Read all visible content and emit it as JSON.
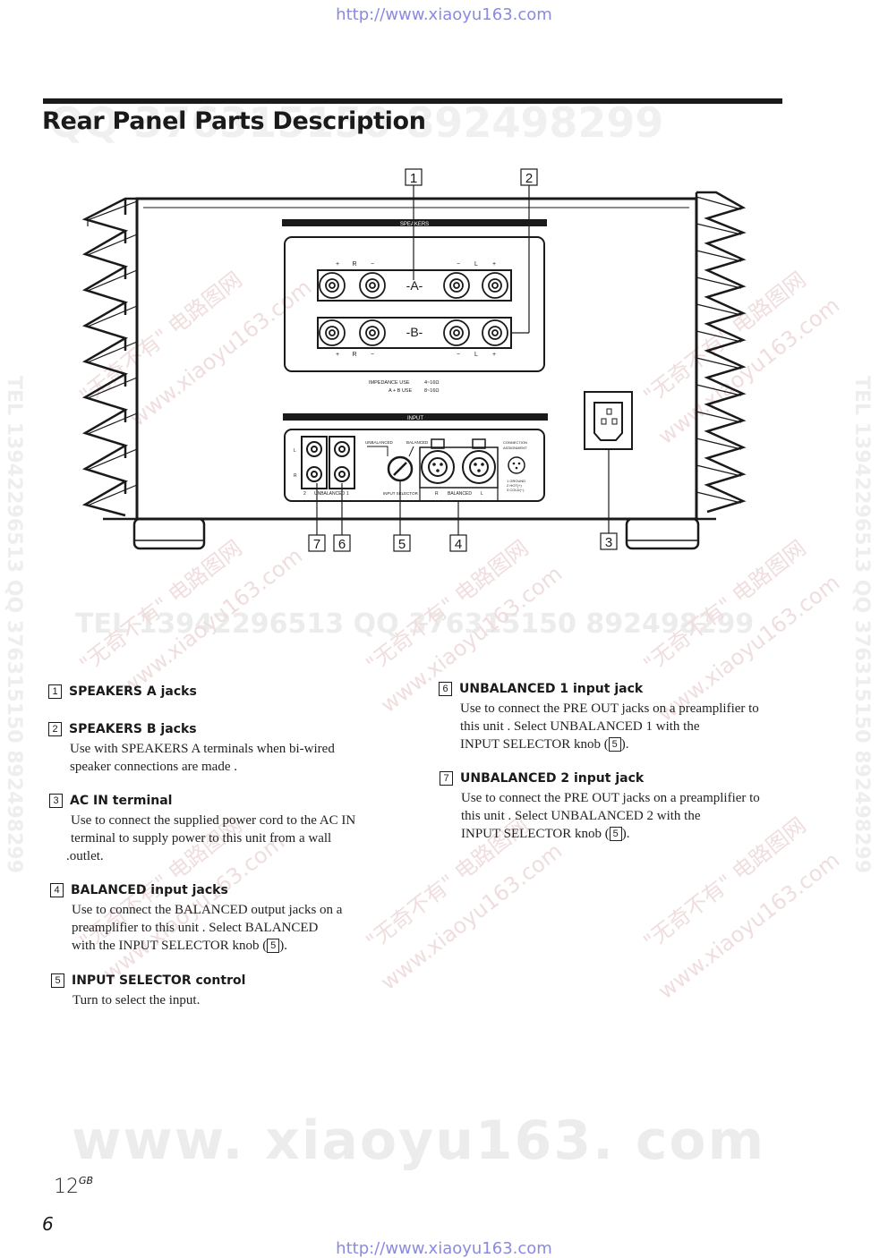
{
  "header_url": "http://www.xiaoyu163.com",
  "footer_url": "http://www.xiaoyu163.com",
  "title": "Rear Panel Parts Description",
  "background_watermarks": {
    "big_site": "www. xiaoyu163. com",
    "tel_row": "TEL 13942296513   QQ 376315150  892498299",
    "qq_top": "QQ 376315150  892498299",
    "diag_cn": "\"无奇不有\" 电路图网",
    "diag_url": "www.xiaoyu163.com",
    "vert_right": "TEL 13942296513  QQ 376315150  892498299",
    "vert_left": "TEL 13942296513  QQ 376315150  892498299"
  },
  "diagram": {
    "callouts": [
      "1",
      "2",
      "3",
      "4",
      "5",
      "6",
      "7"
    ],
    "speakers_header": "SPEAKERS",
    "input_header": "INPUT",
    "terminal_a": "-A-",
    "terminal_b": "-B-",
    "polarity_top": [
      "+",
      "R",
      "−",
      "−",
      "L",
      "+"
    ],
    "polarity_bottom": [
      "+",
      "R",
      "−",
      "−",
      "L",
      "+"
    ],
    "impedance_label": "IMPEDANCE USE",
    "impedance_value": "4~16Ω",
    "ab_use_label": "A + B USE",
    "ab_use_value": "8~16Ω",
    "unbalanced_label": "UNBALANCED",
    "balanced_label": "BALANCED",
    "connection_label_1": "CONNECTION",
    "connection_label_2": "ASSIGNMENT",
    "conn_pin_1": "1  GROUND",
    "conn_pin_2": "2  HOT(+)",
    "conn_pin_3": "3  COLD(−)",
    "rca_l": "L",
    "rca_r": "R",
    "rca_2": "2",
    "rca_unbalanced": "UNBALANCED",
    "rca_1": "1",
    "input_selector_label": "INPUT SELECTOR",
    "xlr_r": "R",
    "xlr_balanced": "BALANCED",
    "xlr_l": "L"
  },
  "entries": [
    {
      "num": "1",
      "title": "SPEAKERS A jacks",
      "lines": []
    },
    {
      "num": "2",
      "title": "SPEAKERS B jacks",
      "lines": [
        "Use with SPEAKERS A terminals when bi-wired",
        "speaker connections are made ."
      ]
    },
    {
      "num": "3",
      "title": "AC IN terminal",
      "lines": [
        "Use to connect the supplied power cord to the AC IN",
        "terminal to supply power to this unit from a wall",
        ".outlet."
      ]
    },
    {
      "num": "4",
      "title": "BALANCED input jacks",
      "lines": [
        "Use to connect the BALANCED output jacks on a",
        "preamplifier to this unit . Select BALANCED"
      ],
      "ref_pre": "with the INPUT SELECTOR knob (",
      "ref": "5",
      "ref_post": ")."
    },
    {
      "num": "5",
      "title": "INPUT SELECTOR control",
      "lines": [
        "Turn to select the input."
      ]
    },
    {
      "num": "6",
      "title": "UNBALANCED 1 input jack",
      "lines": [
        "Use to connect the PRE OUT jacks on a preamplifier to",
        "this unit . Select UNBALANCED 1 with the"
      ],
      "ref_pre": "INPUT SELECTOR knob (",
      "ref": "5",
      "ref_post": ")."
    },
    {
      "num": "7",
      "title": "UNBALANCED 2 input jack",
      "lines": [
        "Use to connect the PRE OUT jacks on a preamplifier to",
        "this unit . Select UNBALANCED 2 with the"
      ],
      "ref_pre": "INPUT SELECTOR knob (",
      "ref": "5",
      "ref_post": ")."
    }
  ],
  "page_number": "12",
  "page_number_suffix": "GB",
  "sequence_number": "6"
}
